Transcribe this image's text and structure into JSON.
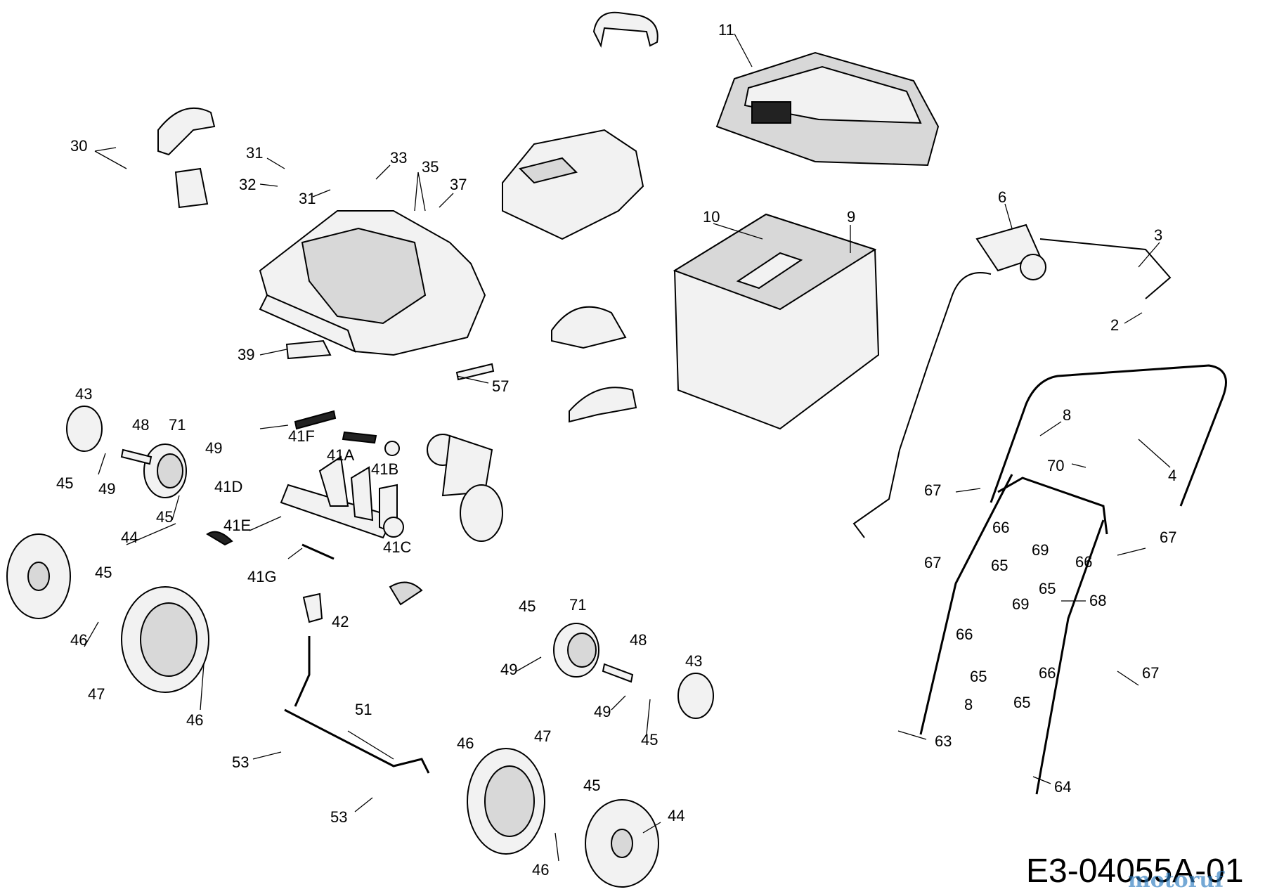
{
  "diagram_code": "E3-04055A-01",
  "watermark": "motoruf",
  "callouts": {
    "c30": "30",
    "c31a": "31",
    "c31b": "31",
    "c32": "32",
    "c33": "33",
    "c35": "35",
    "c37": "37",
    "c39": "39",
    "c57": "57",
    "c11": "11",
    "c10": "10",
    "c9": "9",
    "c6": "6",
    "c3": "3",
    "c2": "2",
    "c4": "4",
    "c8a": "8",
    "c8b": "8",
    "c70": "70",
    "c67a": "67",
    "c67b": "67",
    "c67c": "67",
    "c67d": "67",
    "c66a": "66",
    "c66b": "66",
    "c66c": "66",
    "c66d": "66",
    "c69a": "69",
    "c69b": "69",
    "c65a": "65",
    "c65b": "65",
    "c65c": "65",
    "c65d": "65",
    "c68": "68",
    "c63": "63",
    "c64": "64",
    "c43a": "43",
    "c48a": "48",
    "c71a": "71",
    "c49a": "49",
    "c49b": "49",
    "c45a": "45",
    "c45b": "45",
    "c41F": "41F",
    "c41A": "41A",
    "c41B": "41B",
    "c41D": "41D",
    "c41E": "41E",
    "c41C": "41C",
    "c41G": "41G",
    "c44a": "44",
    "c45c": "45",
    "c46a": "46",
    "c47a": "47",
    "c46b": "46",
    "c42": "42",
    "c51": "51",
    "c53a": "53",
    "c53b": "53",
    "c45d": "45",
    "c71b": "71",
    "c49c": "49",
    "c48b": "48",
    "c43b": "43",
    "c49d": "49",
    "c45e": "45",
    "c46c": "46",
    "c47b": "47",
    "c45f": "45",
    "c44b": "44",
    "c46d": "46"
  }
}
